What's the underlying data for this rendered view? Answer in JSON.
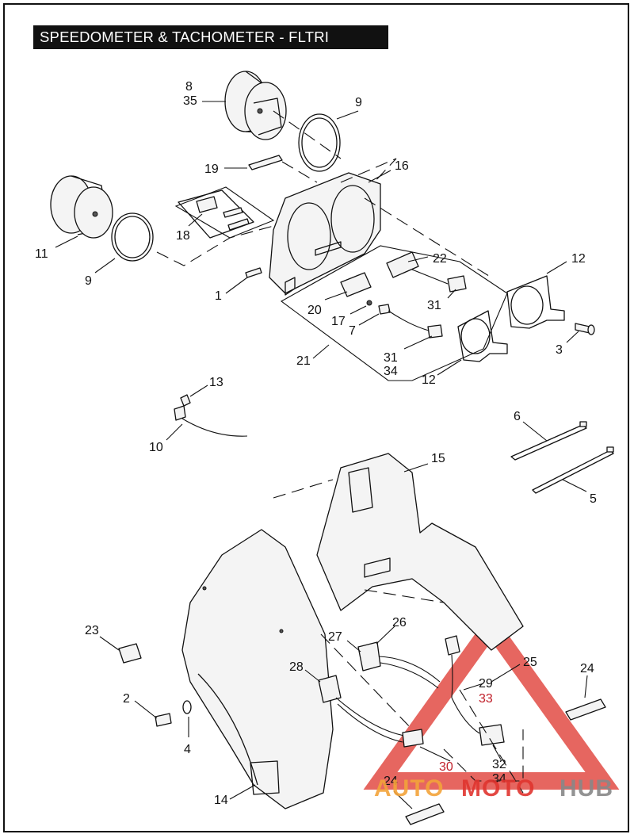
{
  "title": "SPEEDOMETER & TACHOMETER - FLTRI",
  "callouts": {
    "c8": "8",
    "c35": "35",
    "c9a": "9",
    "c19": "19",
    "c16": "16",
    "c11": "11",
    "c18": "18",
    "c9b": "9",
    "c22": "22",
    "c12a": "12",
    "c1": "1",
    "c20": "20",
    "c31a": "31",
    "c17": "17",
    "c7": "7",
    "c3": "3",
    "c21": "21",
    "c31b": "31",
    "c34a": "34",
    "c12b": "12",
    "c13": "13",
    "c10": "10",
    "c6": "6",
    "c15": "15",
    "c5": "5",
    "c23": "23",
    "c26": "26",
    "c27": "27",
    "c25": "25",
    "c24a": "24",
    "c28": "28",
    "c29": "29",
    "c33": "33",
    "c2": "2",
    "c4": "4",
    "c30": "30",
    "c32": "32",
    "c34b": "34",
    "c24b": "24",
    "c14": "14"
  },
  "watermark": {
    "part1": "AUTO",
    "part2": "MOTO",
    "part3": "HUB",
    "color_red": "#e0352f",
    "color_orange": "#f3a43a",
    "color_grey": "#888888"
  }
}
